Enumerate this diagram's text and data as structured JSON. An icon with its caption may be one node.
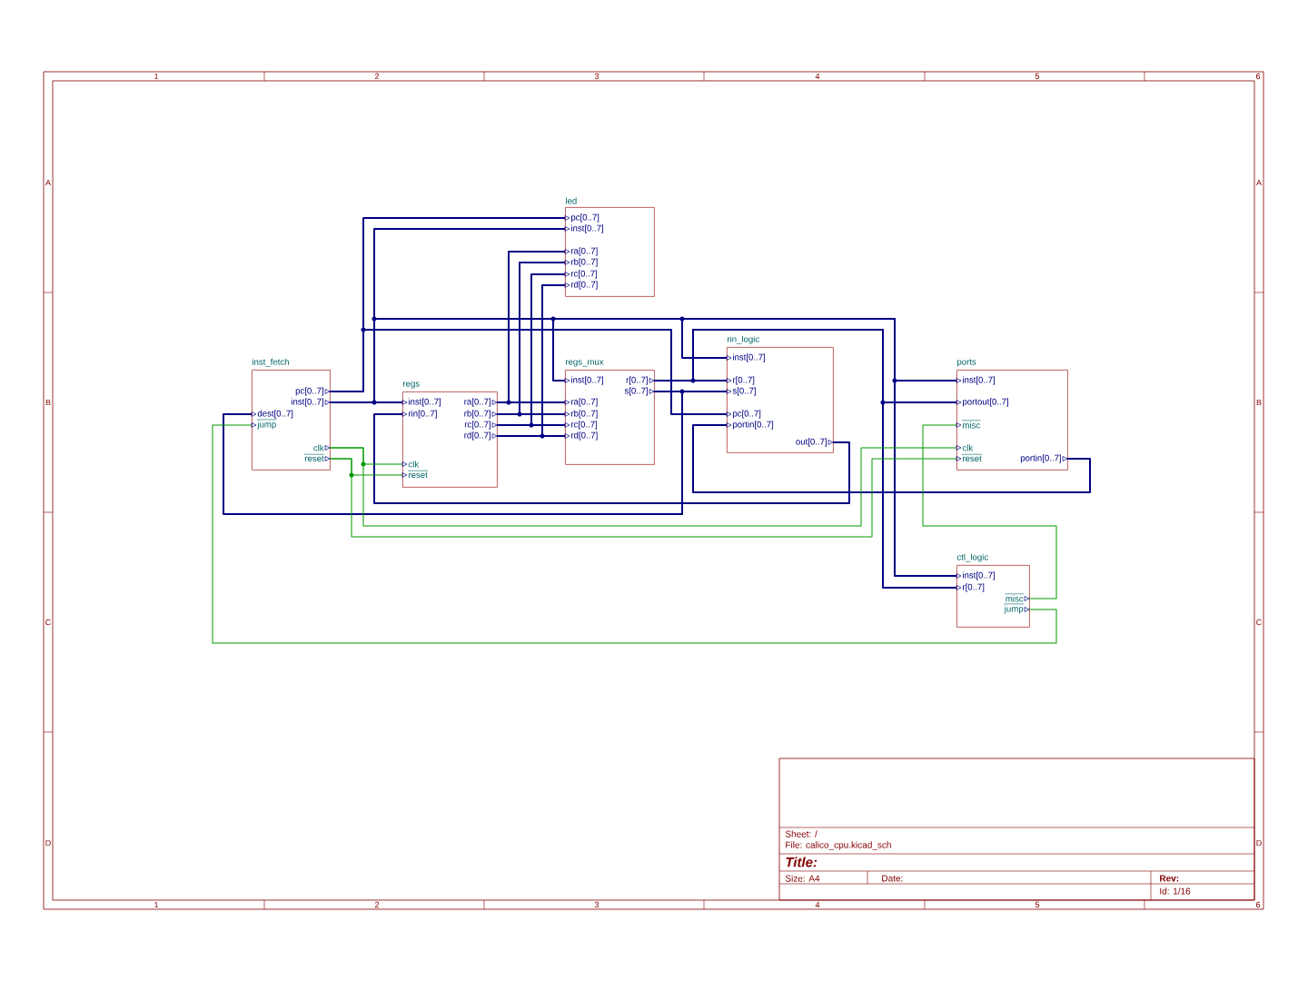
{
  "diagram": {
    "nodes": [
      {
        "text": [
          "led"
        ]
      },
      {
        "text": [
          "inst_fetch"
        ]
      },
      {
        "text": [
          "regs"
        ]
      },
      {
        "text": [
          "regs_mux"
        ]
      },
      {
        "text": [
          "rin_logic"
        ]
      },
      {
        "text": [
          "ports"
        ]
      },
      {
        "text": [
          "ctl_logic"
        ]
      },
      {
        "text": [
          "pc[0..7]"
        ],
        "in": 0
      },
      {
        "text": [
          "inst[0..7]"
        ],
        "in": 0
      },
      {
        "text": [
          "ra[0..7]"
        ],
        "in": 0
      },
      {
        "text": [
          "rb[0..7]"
        ],
        "in": 0
      },
      {
        "text": [
          "rc[0..7]"
        ],
        "in": 0
      },
      {
        "text": [
          "rd[0..7]"
        ],
        "in": 0
      },
      {
        "text": [
          "pc[0..7]"
        ],
        "in": 1
      },
      {
        "text": [
          "inst[0..7]"
        ],
        "in": 1
      },
      {
        "text": [
          "dest[0..7]"
        ],
        "in": 1
      },
      {
        "text": [
          "jump"
        ],
        "in": 1
      },
      {
        "text": [
          "clk"
        ],
        "in": 1
      },
      {
        "text": [
          "reset"
        ],
        "in": 1
      },
      {
        "text": [
          "inst[0..7]"
        ],
        "in": 2
      },
      {
        "text": [
          "rin[0..7]"
        ],
        "in": 2
      },
      {
        "text": [
          "ra[0..7]"
        ],
        "in": 2
      },
      {
        "text": [
          "rb[0..7]"
        ],
        "in": 2
      },
      {
        "text": [
          "rc[0..7]"
        ],
        "in": 2
      },
      {
        "text": [
          "rd[0..7]"
        ],
        "in": 2
      },
      {
        "text": [
          "clk"
        ],
        "in": 2
      },
      {
        "text": [
          "reset"
        ],
        "in": 2
      },
      {
        "text": [
          "inst[0..7]"
        ],
        "in": 3
      },
      {
        "text": [
          "r[0..7]"
        ],
        "in": 3
      },
      {
        "text": [
          "s[0..7]"
        ],
        "in": 3
      },
      {
        "text": [
          "ra[0..7]"
        ],
        "in": 3
      },
      {
        "text": [
          "rb[0..7]"
        ],
        "in": 3
      },
      {
        "text": [
          "rc[0..7]"
        ],
        "in": 3
      },
      {
        "text": [
          "rd[0..7]"
        ],
        "in": 3
      },
      {
        "text": [
          "inst[0..7]"
        ],
        "in": 4
      },
      {
        "text": [
          "r[0..7]"
        ],
        "in": 4
      },
      {
        "text": [
          "s[0..7]"
        ],
        "in": 4
      },
      {
        "text": [
          "pc[0..7]"
        ],
        "in": 4
      },
      {
        "text": [
          "portin[0..7]"
        ],
        "in": 4
      },
      {
        "text": [
          "out[0..7]"
        ],
        "in": 4
      },
      {
        "text": [
          "inst[0..7]"
        ],
        "in": 5
      },
      {
        "text": [
          "portout[0..7]"
        ],
        "in": 5
      },
      {
        "text": [
          "misc"
        ],
        "in": 5
      },
      {
        "text": [
          "clk"
        ],
        "in": 5
      },
      {
        "text": [
          "reset"
        ],
        "in": 5
      },
      {
        "text": [
          "portin[0..7]"
        ],
        "in": 5
      },
      {
        "text": [
          "inst[0..7]"
        ],
        "in": 6
      },
      {
        "text": [
          "r[0..7]"
        ],
        "in": 6
      },
      {
        "text": [
          "misc"
        ],
        "in": 6
      },
      {
        "text": [
          "jump"
        ],
        "in": 6
      }
    ],
    "edges": [
      {
        "from": 13,
        "to": 7,
        "arrow": "none"
      },
      {
        "from": 13,
        "to": 37,
        "arrow": "none"
      },
      {
        "from": 14,
        "to": 19,
        "arrow": "none"
      },
      {
        "from": 14,
        "to": 8,
        "arrow": "none"
      },
      {
        "from": 14,
        "to": 27,
        "arrow": "none"
      },
      {
        "from": 14,
        "to": 34,
        "arrow": "none"
      },
      {
        "from": 14,
        "to": 40,
        "arrow": "none"
      },
      {
        "from": 14,
        "to": 46,
        "arrow": "none"
      },
      {
        "from": 21,
        "to": 30,
        "arrow": "none"
      },
      {
        "from": 21,
        "to": 9,
        "arrow": "none"
      },
      {
        "from": 22,
        "to": 31,
        "arrow": "none"
      },
      {
        "from": 22,
        "to": 10,
        "arrow": "none"
      },
      {
        "from": 23,
        "to": 32,
        "arrow": "none"
      },
      {
        "from": 23,
        "to": 11,
        "arrow": "none"
      },
      {
        "from": 24,
        "to": 33,
        "arrow": "none"
      },
      {
        "from": 24,
        "to": 12,
        "arrow": "none"
      },
      {
        "from": 28,
        "to": 35,
        "arrow": "none"
      },
      {
        "from": 28,
        "to": 41,
        "arrow": "none"
      },
      {
        "from": 28,
        "to": 47,
        "arrow": "none"
      },
      {
        "from": 29,
        "to": 36,
        "arrow": "none"
      },
      {
        "from": 29,
        "to": 15,
        "arrow": "none"
      },
      {
        "from": 39,
        "to": 20,
        "arrow": "none"
      },
      {
        "from": 45,
        "to": 38,
        "arrow": "none"
      },
      {
        "from": 17,
        "to": 25,
        "arrow": "none",
        "color": "#009900"
      },
      {
        "from": 17,
        "to": 43,
        "arrow": "none",
        "color": "#009900"
      },
      {
        "from": 18,
        "to": 26,
        "arrow": "none",
        "color": "#009900"
      },
      {
        "from": 18,
        "to": 44,
        "arrow": "none",
        "color": "#009900"
      },
      {
        "from": 48,
        "to": 42,
        "arrow": "none",
        "color": "#009900"
      },
      {
        "from": 49,
        "to": 16,
        "arrow": "none",
        "color": "#009900"
      }
    ],
    "labels": [
      "1",
      "2",
      "3",
      "4",
      "5",
      "6",
      "A",
      "A",
      "B",
      "B",
      "C",
      "C",
      "D",
      "D",
      "Sheet: /",
      "File: calico_cpu.kicad_sch",
      "Title:",
      "Size: A4",
      "Date:",
      "Rev:",
      "Id: 1/16",
      "1",
      "2",
      "3",
      "4",
      "5",
      "6"
    ]
  }
}
